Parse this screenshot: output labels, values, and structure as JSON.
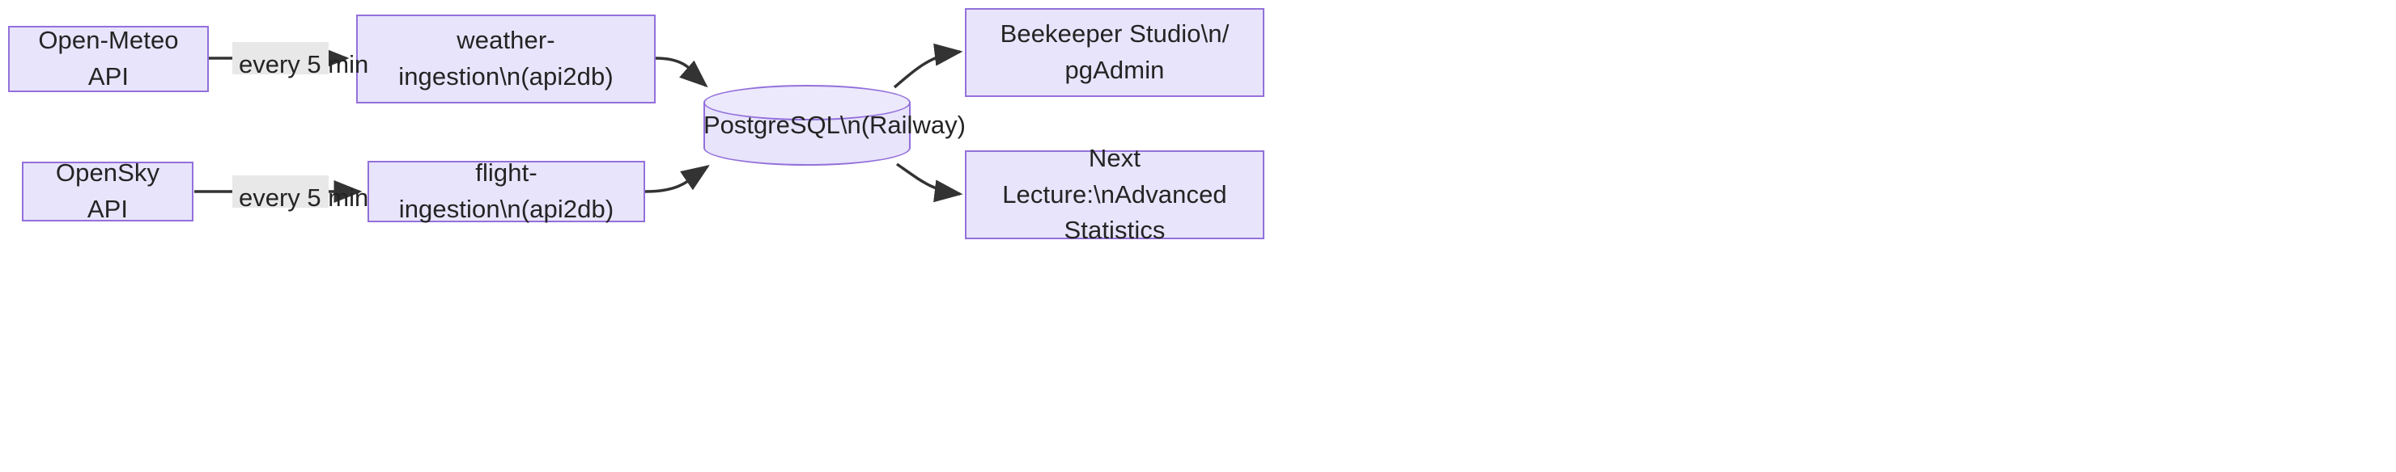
{
  "diagram": {
    "type": "flowchart",
    "direction": "left-to-right",
    "title": "",
    "theme": {
      "node_fill": "#e8e4fb",
      "node_stroke": "#9370db",
      "node_text": "#242424",
      "edge_stroke": "#333333",
      "edge_label_bg": "#e8e8e8",
      "background": "#ffffff"
    },
    "nodes": [
      {
        "id": "open-meteo-api",
        "label": "Open-Meteo API",
        "shape": "rectangle"
      },
      {
        "id": "weather-ingestion",
        "label": "weather-ingestion\\n(api2db)",
        "shape": "rectangle"
      },
      {
        "id": "opensky-api",
        "label": "OpenSky API",
        "shape": "rectangle"
      },
      {
        "id": "flight-ingestion",
        "label": "flight-ingestion\\n(api2db)",
        "shape": "rectangle"
      },
      {
        "id": "postgresql-railway",
        "label": "PostgreSQL\\n(Railway)",
        "shape": "cylinder"
      },
      {
        "id": "beekeeper-pgadmin",
        "label": "Beekeeper Studio\\n/ pgAdmin",
        "shape": "rectangle"
      },
      {
        "id": "next-lecture",
        "label": "Next Lecture:\\nAdvanced Statistics",
        "shape": "rectangle"
      }
    ],
    "edges": [
      {
        "id": "edge-meteo-weather",
        "from": "open-meteo-api",
        "to": "weather-ingestion",
        "label": "every 5 min",
        "arrow": "end"
      },
      {
        "id": "edge-weather-db",
        "from": "weather-ingestion",
        "to": "postgresql-railway",
        "label": "",
        "arrow": "end"
      },
      {
        "id": "edge-opensky-flight",
        "from": "opensky-api",
        "to": "flight-ingestion",
        "label": "every 5 min",
        "arrow": "end"
      },
      {
        "id": "edge-flight-db",
        "from": "flight-ingestion",
        "to": "postgresql-railway",
        "label": "",
        "arrow": "end"
      },
      {
        "id": "edge-db-beekeeper",
        "from": "postgresql-railway",
        "to": "beekeeper-pgadmin",
        "label": "",
        "arrow": "end"
      },
      {
        "id": "edge-db-lecture",
        "from": "postgresql-railway",
        "to": "next-lecture",
        "label": "",
        "arrow": "end"
      }
    ]
  }
}
